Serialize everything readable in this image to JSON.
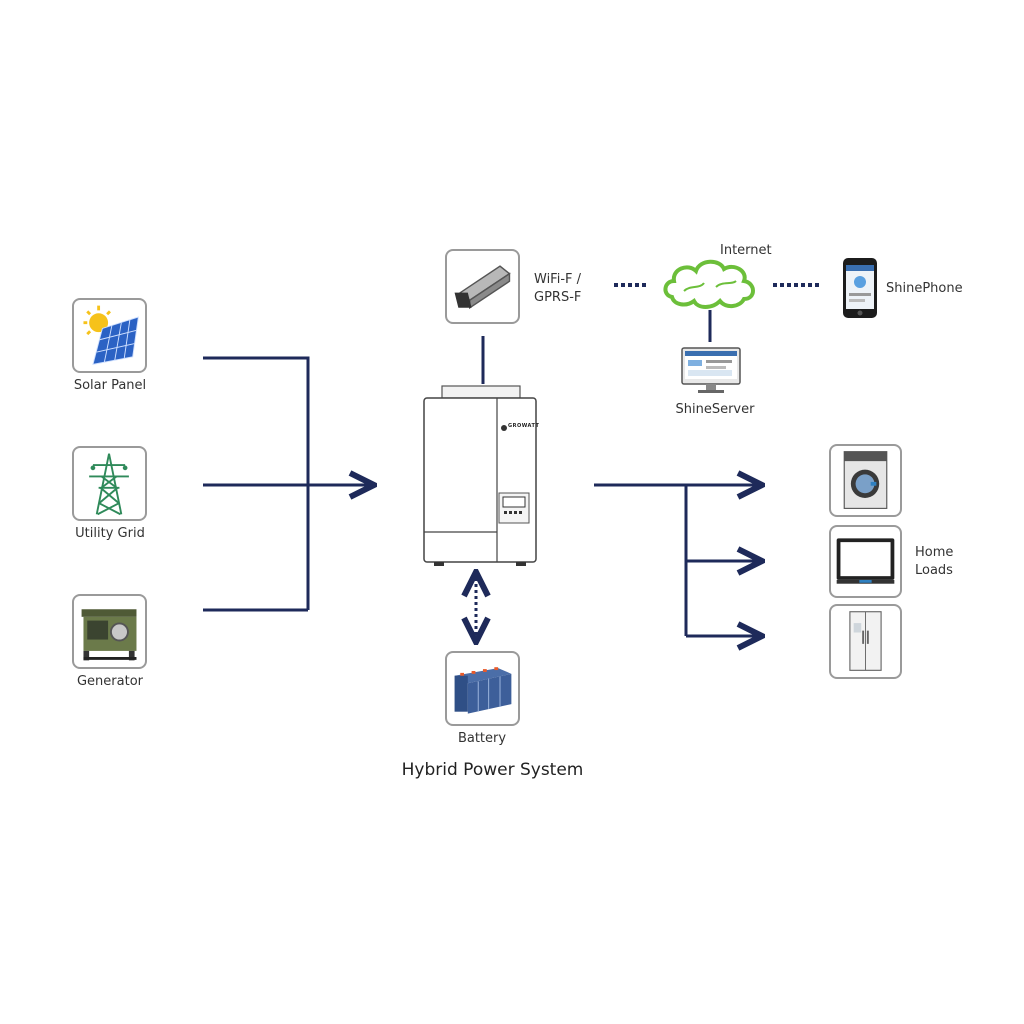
{
  "title": "Hybrid Power System",
  "sources": {
    "solar": "Solar Panel",
    "grid": "Utility Grid",
    "generator": "Generator"
  },
  "monitoring": {
    "dongle": "WiFi-F /",
    "dongle_line2": "GPRS-F",
    "cloud": "Internet",
    "server": "ShineServer",
    "phone": "ShinePhone"
  },
  "inverter": {
    "brand": "GROWATT"
  },
  "storage": {
    "battery": "Battery"
  },
  "loads": {
    "label_line1": "Home",
    "label_line2": "Loads"
  },
  "colors": {
    "wire": "#1e2a5a",
    "frame": "#9a9a9a",
    "cloud": "#6cbf3a",
    "tower": "#2f8a5a"
  }
}
